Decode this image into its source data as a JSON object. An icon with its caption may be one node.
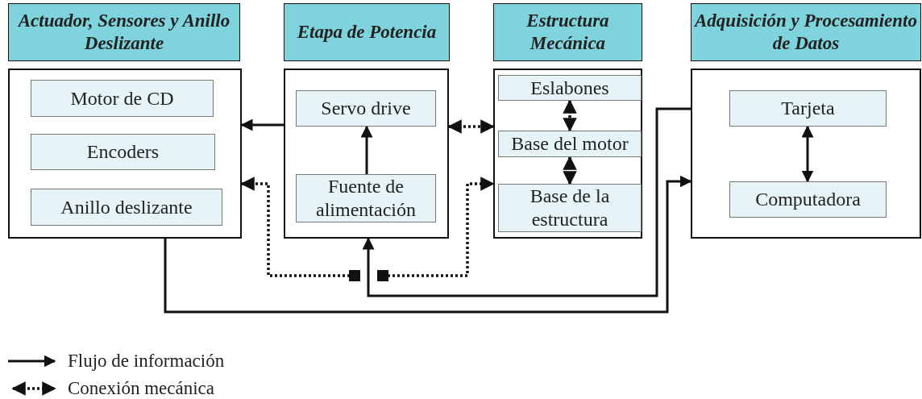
{
  "diagram": {
    "nodes": [
      {
        "text": [
          "Actuador, Sensores y Anillo Deslizante"
        ]
      },
      {
        "text": [],
        "shape": "box"
      },
      {
        "text": [
          "Motor de CD"
        ],
        "in": 1
      },
      {
        "text": [
          "Encoders"
        ],
        "in": 1
      },
      {
        "text": [
          "Anillo deslizante"
        ],
        "in": 1
      },
      {
        "text": [
          "Etapa de Potencia"
        ]
      },
      {
        "text": [],
        "shape": "box"
      },
      {
        "text": [
          "Servo drive"
        ],
        "in": 6
      },
      {
        "text": [
          "Fuente de alimentación"
        ],
        "in": 6
      },
      {
        "text": [
          "Estructura Mecánica"
        ]
      },
      {
        "text": [],
        "shape": "box"
      },
      {
        "text": [
          "Eslabones"
        ],
        "in": 10
      },
      {
        "text": [
          "Base del motor"
        ],
        "in": 10
      },
      {
        "text": [
          "Base de la estructura"
        ],
        "in": 10
      },
      {
        "text": [
          "Adquisición y Procesamiento de Datos"
        ]
      },
      {
        "text": [],
        "shape": "box"
      },
      {
        "text": [
          "Tarjeta"
        ],
        "in": 15
      },
      {
        "text": [
          "Computadora"
        ],
        "in": 15
      }
    ],
    "edges": [
      {
        "from": 6,
        "to": 1,
        "arrow": "to"
      },
      {
        "from": 8,
        "to": 7,
        "arrow": "to"
      },
      {
        "from": 6,
        "to": 10,
        "arrow": "both",
        "style": "dashed"
      },
      {
        "from": 11,
        "to": 12,
        "arrow": "both",
        "style": "dashed"
      },
      {
        "from": 12,
        "to": 13,
        "arrow": "both",
        "style": "dashed"
      },
      {
        "from": null,
        "to": 1,
        "arrow": "to",
        "style": "dashed"
      },
      {
        "from": null,
        "to": 10,
        "arrow": "to",
        "style": "dashed"
      },
      {
        "from": 15,
        "to": 6,
        "arrow": "to"
      },
      {
        "from": 1,
        "to": 15,
        "arrow": "to"
      },
      {
        "from": 16,
        "to": 17,
        "arrow": "both"
      }
    ],
    "legend": [
      {
        "text": "Flujo de información"
      },
      {
        "text": "Conexión mecánica"
      }
    ]
  }
}
